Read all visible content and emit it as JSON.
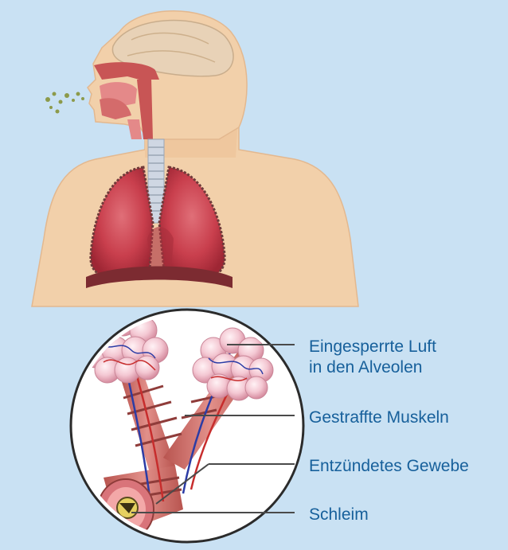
{
  "labels": {
    "trapped_air_line1": "Eingesperrte Luft",
    "trapped_air_line2": "in den Alveolen",
    "tightened_muscles": "Gestraffte Muskeln",
    "inflamed_tissue": "Entzündetes Gewebe",
    "mucus": "Schleim"
  },
  "colors": {
    "background": "#c9e1f3",
    "label_text": "#17609b",
    "leader_line": "#4a4a4a",
    "skin": "#f2d0aa",
    "lung": "#c93f4d",
    "alveoli": "#f2c6d1"
  }
}
